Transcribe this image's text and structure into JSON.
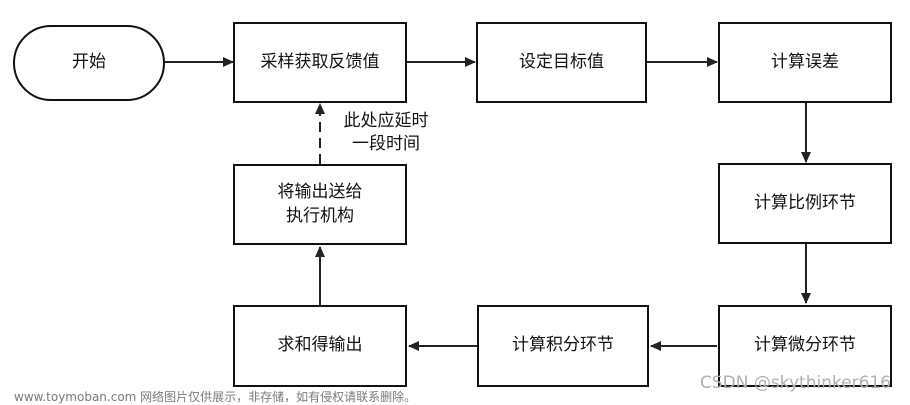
{
  "nodes": {
    "start": "开始",
    "sample": "采样获取反馈值",
    "set_target": "设定目标值",
    "calc_error": "计算误差",
    "calc_p": "计算比例环节",
    "calc_d": "计算微分环节",
    "calc_i": "计算积分环节",
    "sum_output": "求和得输出",
    "send_output": "将输出送给\n执行机构"
  },
  "annotations": {
    "delay_note": "此处应延时\n一段时间"
  },
  "watermarks": {
    "site": "www.toymoban.com 网络图片仅供展示，非存储，如有侵权请联系删除。",
    "csdn": "CSDN @skythinker616"
  },
  "colors": {
    "stroke": "#111111",
    "background": "#ffffff",
    "watermark": "#7a7a7a"
  }
}
